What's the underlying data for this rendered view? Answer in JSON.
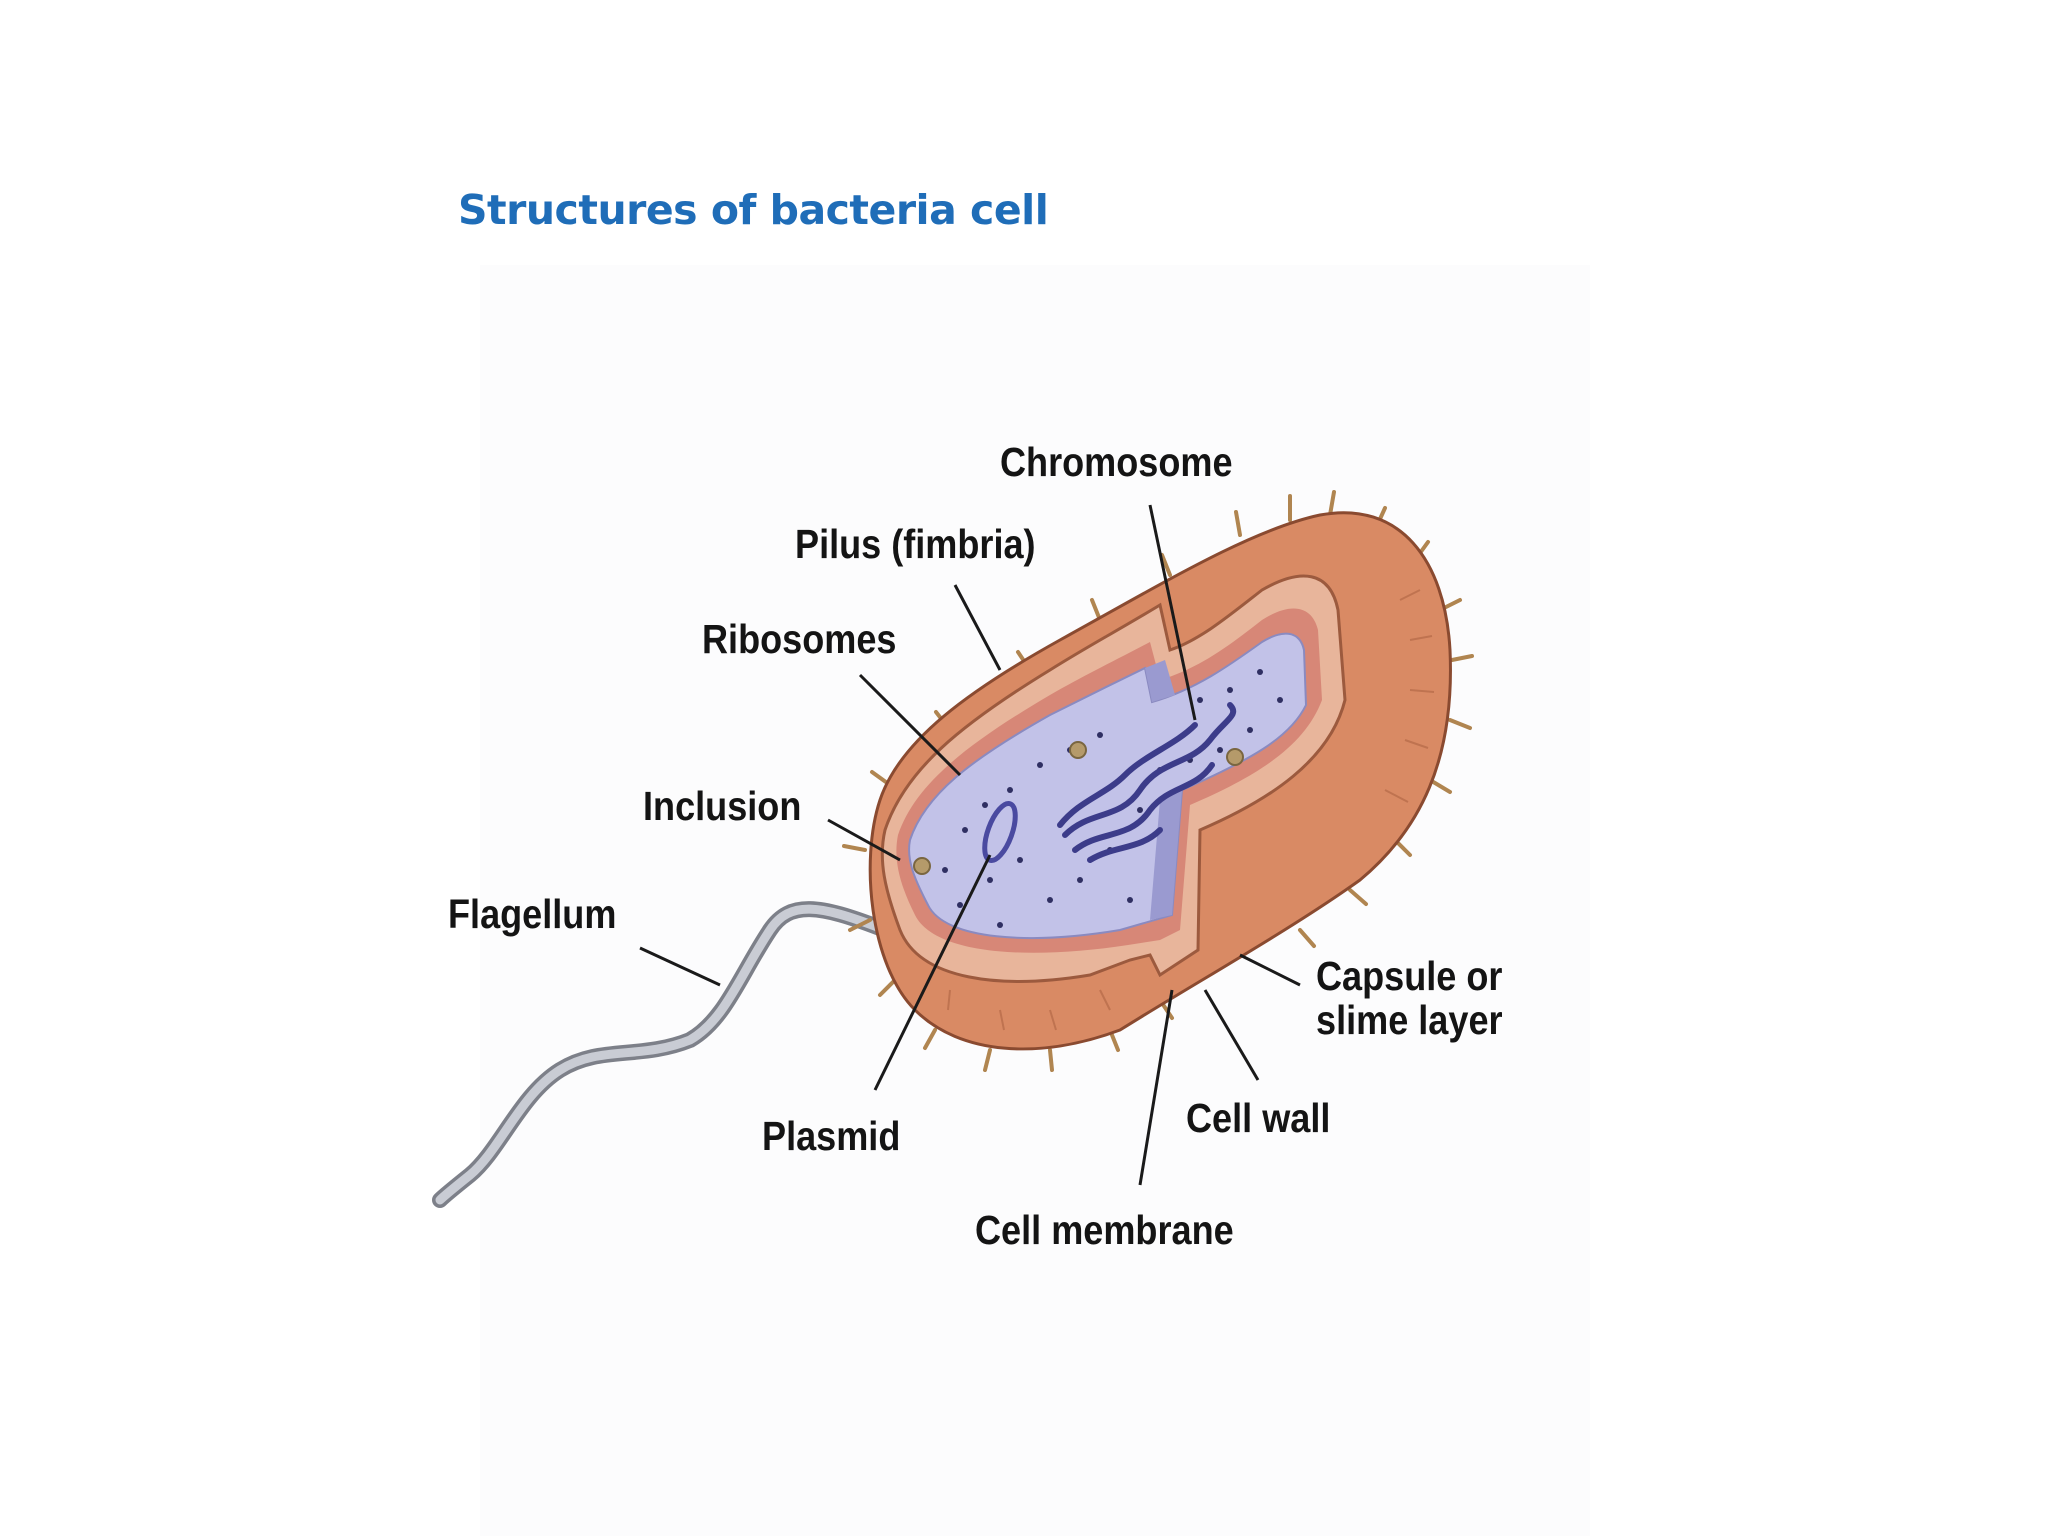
{
  "title": "Structures of bacteria cell",
  "colors": {
    "title": "#1f6db8",
    "capsule": "#d98a64",
    "cell_wall": "#e8b59b",
    "membrane": "#f2d28a",
    "cytoplasm": "#c2c2e8",
    "nucleoid": "#5a5aa8",
    "flagellum": "#a6a9b3",
    "leader_line": "#1a1a1a"
  },
  "labels": {
    "chromosome": "Chromosome",
    "pilus": "Pilus (fimbria)",
    "ribosomes": "Ribosomes",
    "inclusion": "Inclusion",
    "flagellum": "Flagellum",
    "plasmid": "Plasmid",
    "capsule_line1": "Capsule or",
    "capsule_line2": "slime layer",
    "cell_wall": "Cell wall",
    "cell_membrane": "Cell membrane"
  }
}
